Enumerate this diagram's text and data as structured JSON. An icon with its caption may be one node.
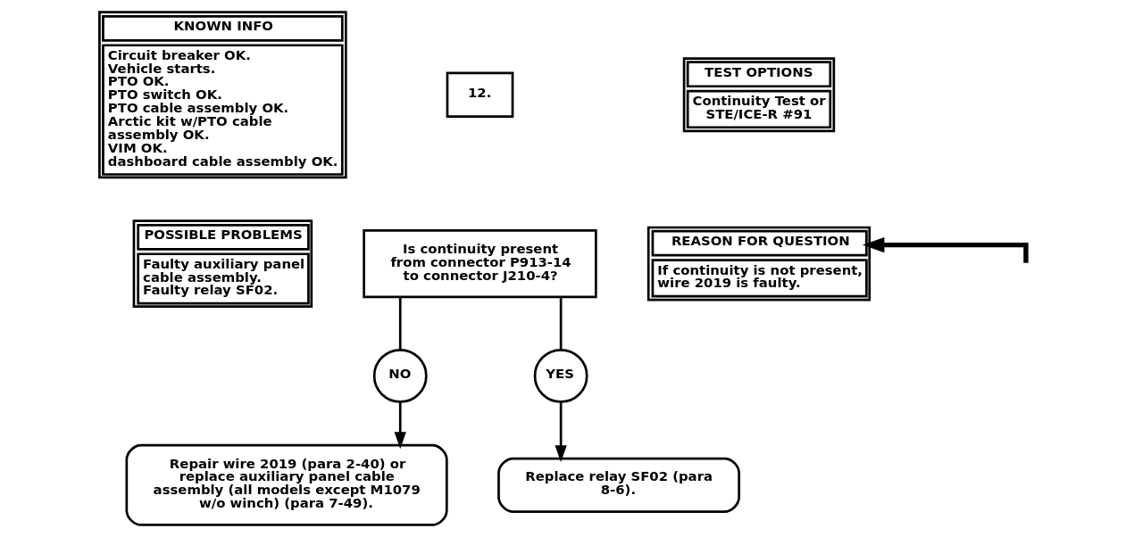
{
  "diagram": {
    "nodes": [
      {
        "text": [
          "KNOWN INFO",
          "Circuit breaker OK.",
          "Vehicle starts.",
          "PTO OK.",
          "PTO switch OK.",
          "PTO cable assembly OK.",
          "Arctic kit w/PTO cable assembly OK.",
          "VIM OK.",
          "dashboard cable assembly OK."
        ]
      },
      {
        "text": [
          "POSSIBLE PROBLEMS",
          "Faulty auxiliary panel cable assembly.",
          "Faulty relay SF02."
        ]
      },
      {
        "text": [
          "12."
        ]
      },
      {
        "text": [
          "Is continuity present from connector P913-14 to connector J210-4?"
        ]
      },
      {
        "text": [
          "TEST OPTIONS",
          "Continuity Test or STE/ICE-R #91"
        ]
      },
      {
        "text": [
          "REASON FOR QUESTION",
          "If continuity is not present, wire 2019 is faulty."
        ]
      },
      {
        "text": [
          "NO"
        ]
      },
      {
        "text": [
          "YES"
        ]
      },
      {
        "text": [
          "Repair wire 2019 (para 2-40) or replace auxiliary panel cable assembly (all models except M1079 w/o winch) (para 7-49)."
        ]
      },
      {
        "text": [
          "Replace relay SF02 (para 8-6)."
        ]
      }
    ],
    "edges": [
      {
        "from": 3,
        "to": 6,
        "arrow": "none"
      },
      {
        "from": 6,
        "to": 8,
        "arrow": "to"
      },
      {
        "from": 3,
        "to": 7,
        "arrow": "none"
      },
      {
        "from": 7,
        "to": 9,
        "arrow": "to"
      },
      {
        "from": null,
        "to": 5,
        "arrow": "to",
        "style": "thick"
      }
    ]
  }
}
